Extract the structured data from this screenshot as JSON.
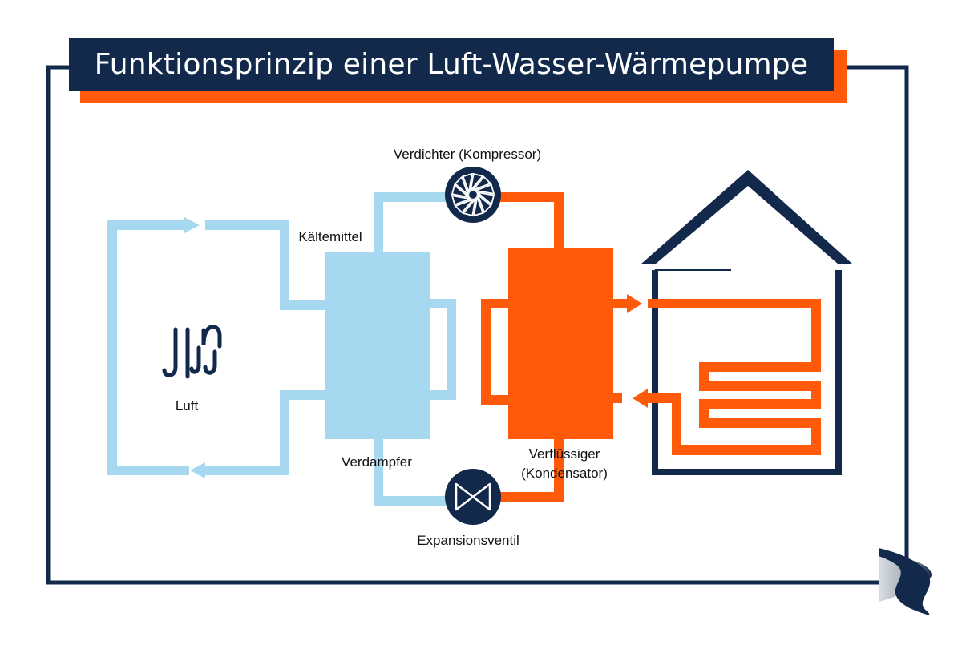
{
  "title": "Funktionsprinzip einer Luft-Wasser-Wärmepumpe",
  "labels": {
    "compressor": "Verdichter (Kompressor)",
    "refrigerant": "Kältemittel",
    "air": "Luft",
    "evaporator": "Verdampfer",
    "condenser_line1": "Verflüssiger",
    "condenser_line2": "(Kondensator)",
    "expansion_valve": "Expansionsventil"
  },
  "colors": {
    "navy": "#13294b",
    "cold": "#a6d8f0",
    "hot": "#ff5a0a"
  },
  "icons": [
    "wind-icon",
    "compressor-fan-icon",
    "expansion-valve-icon",
    "house-icon",
    "brand-logo-icon"
  ]
}
